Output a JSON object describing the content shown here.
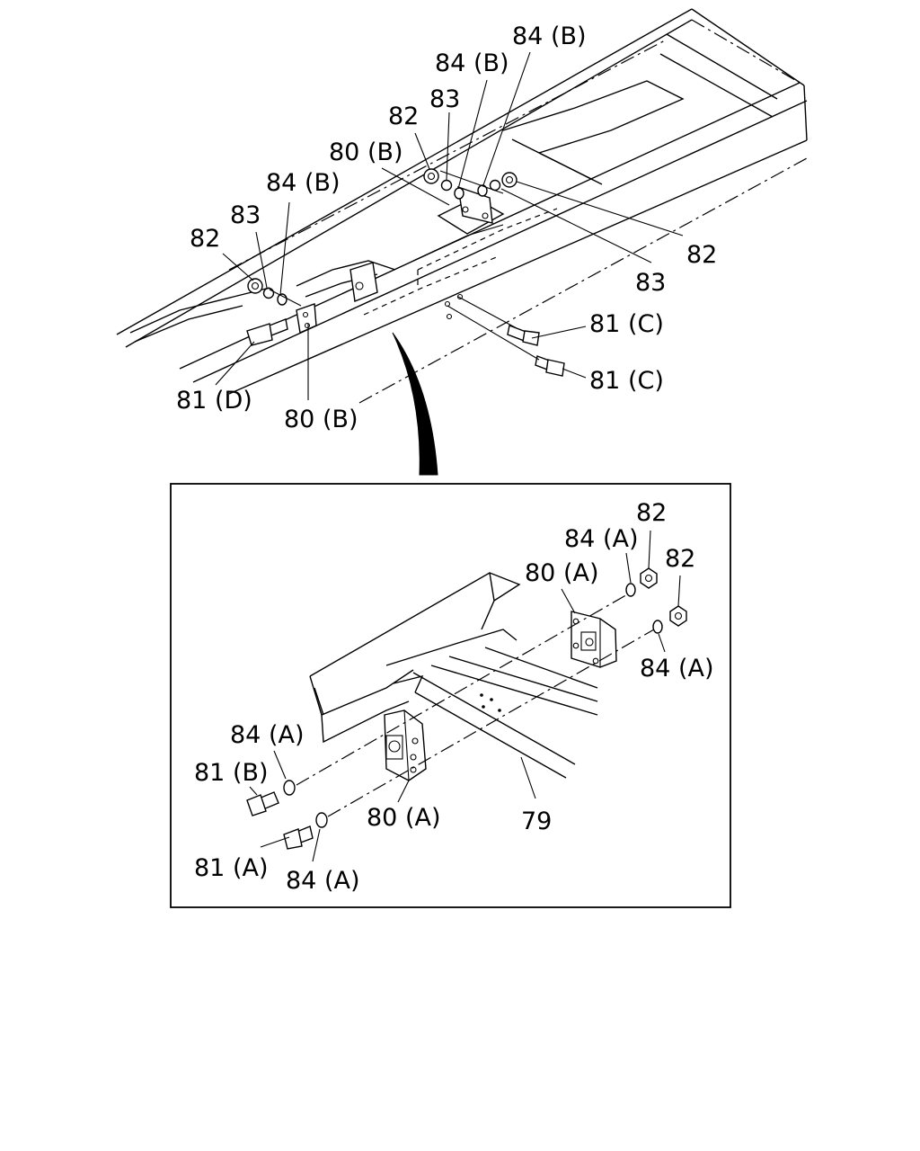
{
  "labels": {
    "top_84b_a": "84 (B)",
    "top_84b_b": "84 (B)",
    "top_83_a": "83",
    "top_82_a": "82",
    "top_80b_a": "80 (B)",
    "top_84b_c": "84 (B)",
    "top_83_b": "83",
    "top_82_b": "82",
    "top_82_c": "82",
    "top_83_c": "83",
    "top_81c_a": "81 (C)",
    "top_81c_b": "81 (C)",
    "top_81d": "81 (D)",
    "top_80b_b": "80 (B)",
    "det_82_a": "82",
    "det_84a_a": "84 (A)",
    "det_82_b": "82",
    "det_80a_a": "80 (A)",
    "det_84a_b": "84 (A)",
    "det_84a_c": "84 (A)",
    "det_81b": "81 (B)",
    "det_80a_b": "80 (A)",
    "det_79": "79",
    "det_81a": "81 (A)",
    "det_84a_d": "84 (A)"
  },
  "colors": {
    "line": "#000000",
    "background": "#ffffff"
  }
}
